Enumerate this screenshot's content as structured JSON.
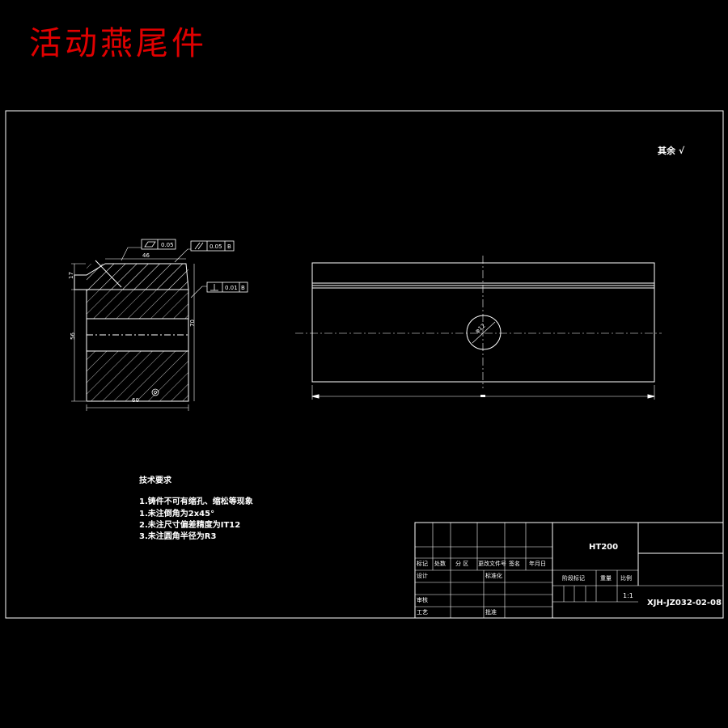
{
  "title": "活动燕尾件",
  "surface_note": "其余",
  "tech": {
    "heading": "技术要求",
    "items": [
      "1.铸件不可有缩孔、缩松等现象",
      "1.未注倒角为2x45°",
      "2.未注尺寸偏差精度为IT12",
      "3.未注圆角半径为R3"
    ]
  },
  "gdt": {
    "flatness": "0.05",
    "parallel": "0.05",
    "parallel_ref": "B",
    "perp": "0.01",
    "perp_ref": "B"
  },
  "dims": {
    "top_width": "46",
    "bottom_width": "60",
    "left_17": "17",
    "left_56": "56",
    "right_70": "70",
    "hole": "φ12"
  },
  "title_block": {
    "material": "HT200",
    "drawing_no": "XJH-JZ032-02-08",
    "scale": "1:1",
    "row_labels": [
      "标记",
      "处数",
      "分 区",
      "更改文件号",
      "签名",
      "年月日"
    ],
    "design": "设计",
    "standardize": "标准化",
    "review": "审核",
    "process": "工艺",
    "approve": "批准",
    "stage_mark": "阶段标记",
    "weight": "重量",
    "ratio": "比例"
  }
}
